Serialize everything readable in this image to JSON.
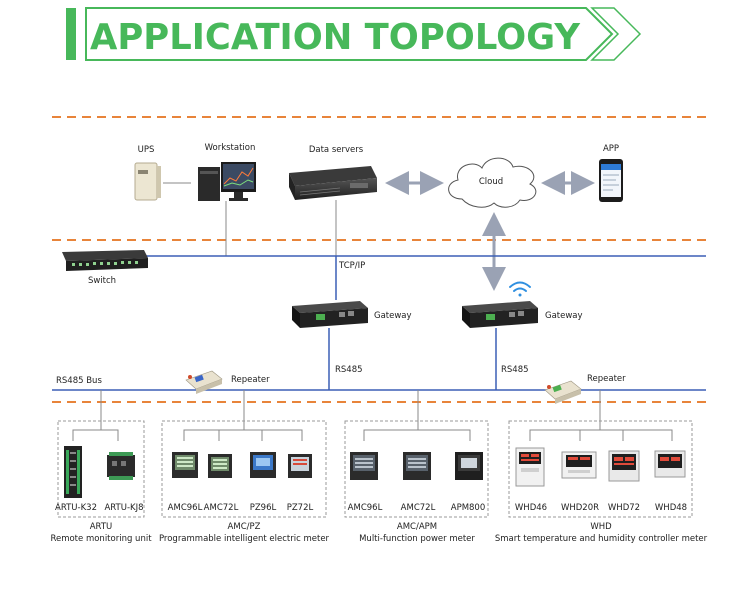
{
  "title": "APPLICATION TOPOLOGY",
  "colors": {
    "accent": "#47b85a",
    "dashed_divider": "#e8843a",
    "bus_line": "#3b5fb6",
    "group_border": "#9a9a9a"
  },
  "top_row": {
    "ups": "UPS",
    "workstation": "Workstation",
    "data_servers": "Data servers",
    "cloud": "Cloud",
    "app": "APP"
  },
  "network": {
    "switch": "Switch",
    "tcpip": "TCP/IP",
    "gateway_left": "Gateway",
    "gateway_right": "Gateway",
    "rs485_left": "RS485",
    "rs485_right": "RS485",
    "rs485_bus": "RS485 Bus",
    "repeater_left": "Repeater",
    "repeater_right": "Repeater"
  },
  "groups": [
    {
      "devices": [
        "ARTU-K32",
        "ARTU-KJ8"
      ],
      "name": "ARTU",
      "desc": "Remote monitoring unit"
    },
    {
      "devices": [
        "AMC96L",
        "AMC72L",
        "PZ96L",
        "PZ72L"
      ],
      "name": "AMC/PZ",
      "desc": "Programmable intelligent electric meter"
    },
    {
      "devices": [
        "AMC96L",
        "AMC72L",
        "APM800"
      ],
      "name": "AMC/APM",
      "desc": "Multi-function power meter"
    },
    {
      "devices": [
        "WHD46",
        "WHD20R",
        "WHD72",
        "WHD48"
      ],
      "name": "WHD",
      "desc": "Smart temperature and humidity controller meter"
    }
  ],
  "icons": [
    "ups-icon",
    "workstation-icon",
    "server-icon",
    "cloud-icon",
    "phone-icon",
    "switch-icon",
    "gateway-icon",
    "wifi-icon",
    "repeater-icon",
    "meter-icon"
  ]
}
